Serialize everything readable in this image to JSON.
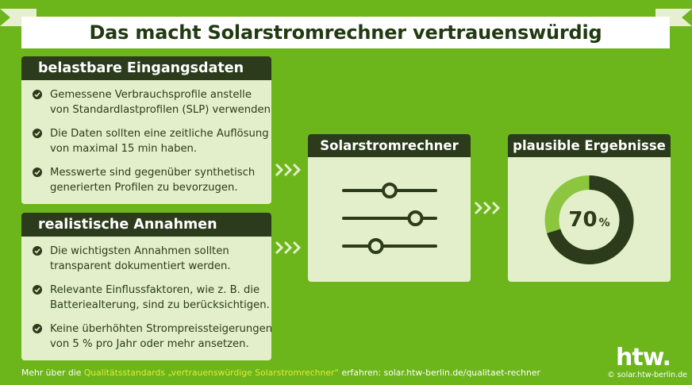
{
  "title": "Das macht Solarstromrechner vertrauenswürdig",
  "card_input": {
    "heading": "belastbare Eingangsdaten",
    "items": [
      [
        "Gemessene Verbrauchsprofile anstelle",
        "von Standardlastprofilen (SLP) verwenden."
      ],
      [
        "Die Daten sollten eine zeitliche Auflösung",
        "von maximal 15 min haben."
      ],
      [
        "Messwerte sind gegenüber synthetisch",
        "generierten Profilen zu bevorzugen."
      ]
    ]
  },
  "card_assumptions": {
    "heading": "realistische Annahmen",
    "items": [
      [
        "Die wichtigsten Annahmen sollten",
        "transparent dokumentiert werden."
      ],
      [
        "Relevante Einflussfaktoren, wie z. B. die",
        "Batteriealterung, sind zu berücksichtigen."
      ],
      [
        "Keine überhöhten Strompreissteigerungen",
        "von 5 % pro Jahr oder mehr ansetzen."
      ]
    ]
  },
  "calculator": {
    "heading": "Solarstromrechner",
    "sliders": [
      0.5,
      0.78,
      0.35
    ],
    "icon": "sliders-icon"
  },
  "result": {
    "heading": "plausible Ergebnisse",
    "percent_value": 70,
    "percent_number": "70",
    "percent_sign": "%"
  },
  "footer": {
    "prefix": "Mehr über die ",
    "highlight": "Qualitätsstandards „vertrauenswürdige Solarstromrechner“",
    "suffix": " erfahren: solar.htw-berlin.de/qualitaet-rechner"
  },
  "logo_text": "htw.",
  "copyright": "© solar.htw-berlin.de",
  "colors": {
    "background": "#6cb51b",
    "dark": "#2b3b1b",
    "card": "#e3efca",
    "ring_light": "#8cc63f",
    "highlight": "#e2ea3a"
  }
}
